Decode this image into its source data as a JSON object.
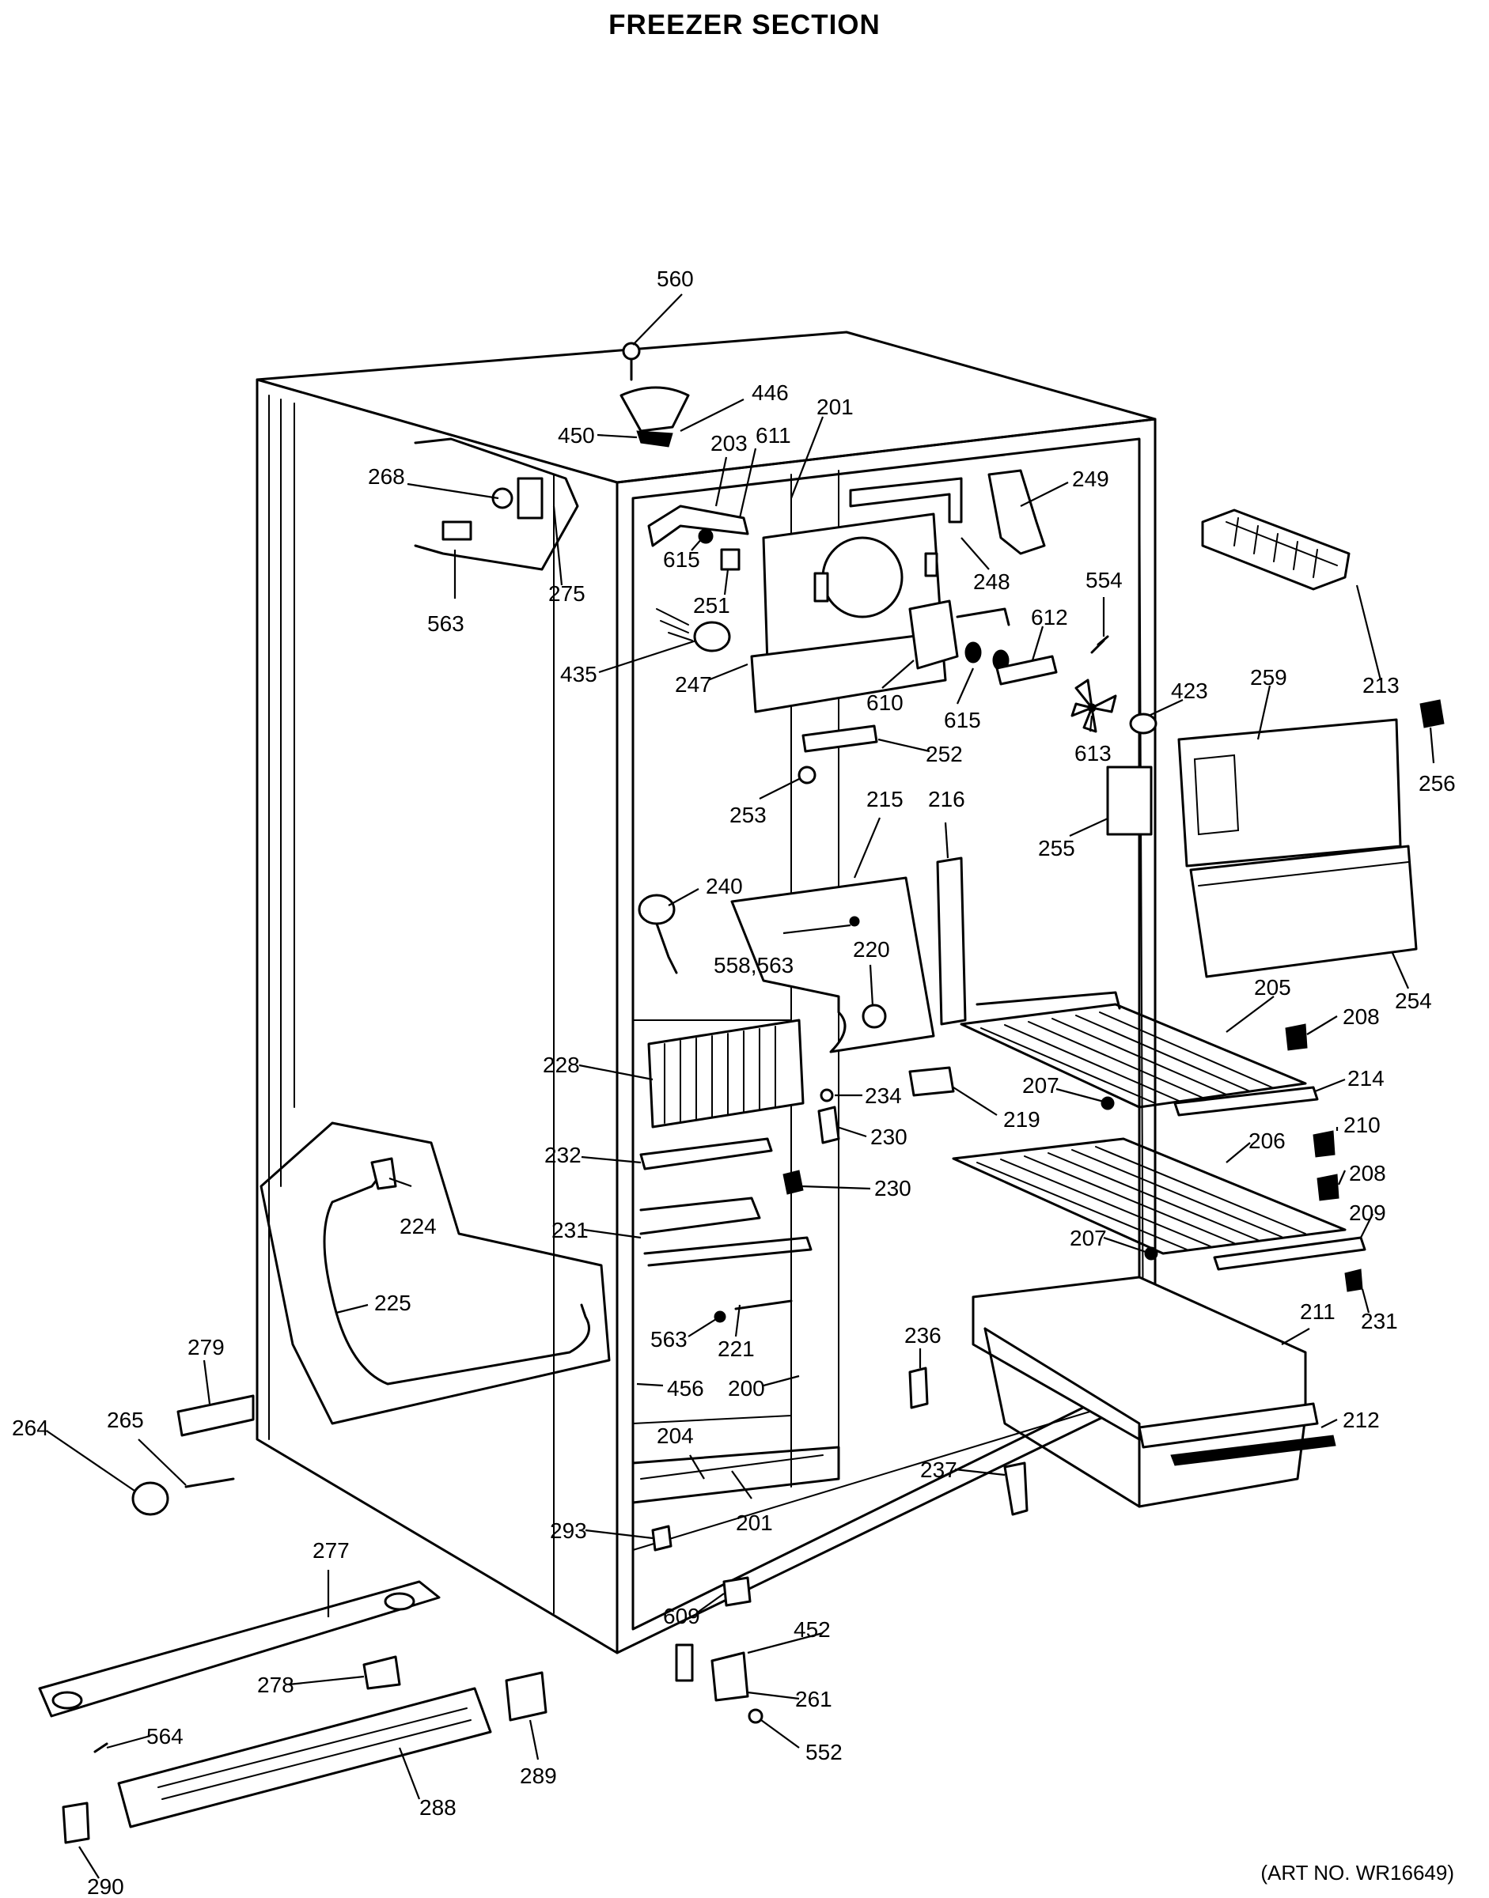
{
  "title": "FREEZER SECTION",
  "art_number": "(ART NO. WR16649)",
  "part_labels": [
    "560",
    "446",
    "450",
    "201",
    "203",
    "611",
    "249",
    "268",
    "615",
    "251",
    "248",
    "275",
    "563",
    "554",
    "612",
    "435",
    "247",
    "610",
    "615",
    "423",
    "259",
    "213",
    "613",
    "256",
    "252",
    "253",
    "215",
    "216",
    "255",
    "240",
    "558,563",
    "220",
    "205",
    "254",
    "208",
    "228",
    "234",
    "207",
    "219",
    "214",
    "230",
    "210",
    "232",
    "230",
    "206",
    "208",
    "224",
    "231",
    "209",
    "207",
    "225",
    "231",
    "211",
    "236",
    "563",
    "221",
    "279",
    "456",
    "200",
    "212",
    "264",
    "265",
    "204",
    "237",
    "201",
    "293",
    "277",
    "609",
    "452",
    "278",
    "261",
    "564",
    "552",
    "289",
    "288",
    "290"
  ]
}
